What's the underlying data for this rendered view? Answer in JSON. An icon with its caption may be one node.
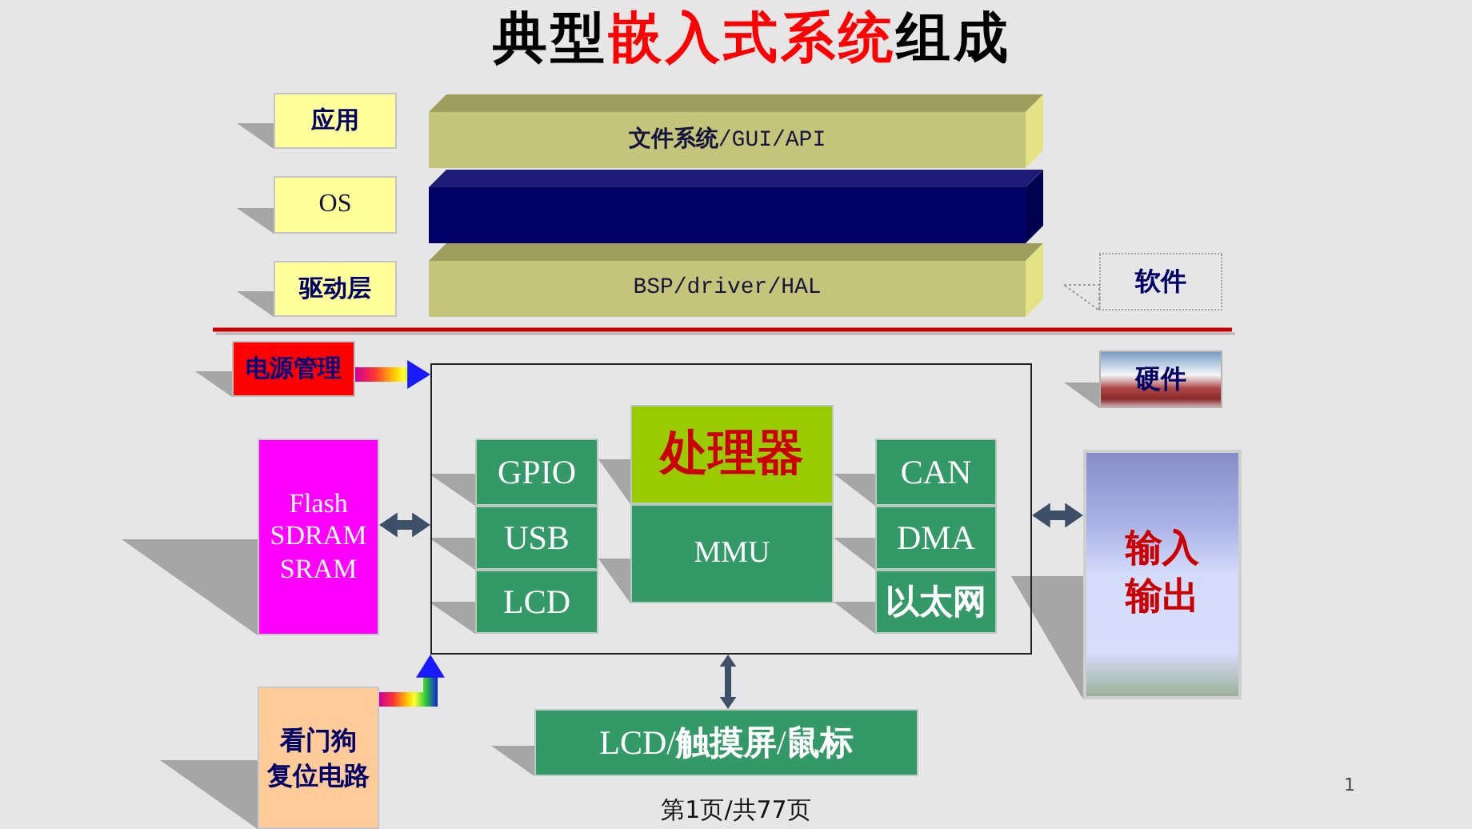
{
  "diagram": {
    "title": "典型**嵌入式系统**组成",
    "nodes": [
      {
        "text": [
          "应用"
        ]
      },
      {
        "text": [
          "**文件系统**/GUI/API"
        ]
      },
      {
        "text": [
          "OS"
        ]
      },
      {
        "text": [],
        "shape": "box"
      },
      {
        "text": [
          "驱动层"
        ]
      },
      {
        "text": [
          "BSP/driver/HAL"
        ]
      },
      {
        "text": [
          "软件"
        ]
      },
      {
        "text": [
          "硬件"
        ]
      },
      {
        "text": [
          "电源管理"
        ]
      },
      {
        "text": [],
        "shape": "box"
      },
      {
        "text": [
          "Flash SDRAM SRAM"
        ]
      },
      {
        "text": [
          "GPIO"
        ],
        "in": 9
      },
      {
        "text": [
          "USB"
        ],
        "in": 9
      },
      {
        "text": [
          "LCD"
        ],
        "in": 9
      },
      {
        "text": [
          "处理器"
        ],
        "in": 9
      },
      {
        "text": [
          "MMU"
        ],
        "in": 9
      },
      {
        "text": [
          "CAN"
        ],
        "in": 9
      },
      {
        "text": [
          "DMA"
        ],
        "in": 9
      },
      {
        "text": [
          "以太网"
        ],
        "in": 9
      },
      {
        "text": [
          "输入输出"
        ]
      },
      {
        "text": [
          "看门狗",
          "复位电路"
        ]
      },
      {
        "text": [
          "LCD/**触摸屏**/**鼠标**"
        ]
      }
    ],
    "edges": [
      {
        "from": 8,
        "to": 9,
        "arrow": "to"
      },
      {
        "from": 10,
        "to": 9,
        "arrow": "both"
      },
      {
        "from": 9,
        "to": 19,
        "arrow": "both"
      },
      {
        "from": 9,
        "to": 21,
        "arrow": "both"
      },
      {
        "from": 20,
        "to": 9,
        "arrow": "to"
      }
    ],
    "labels": [
      "第1页/共77页",
      "1"
    ]
  }
}
